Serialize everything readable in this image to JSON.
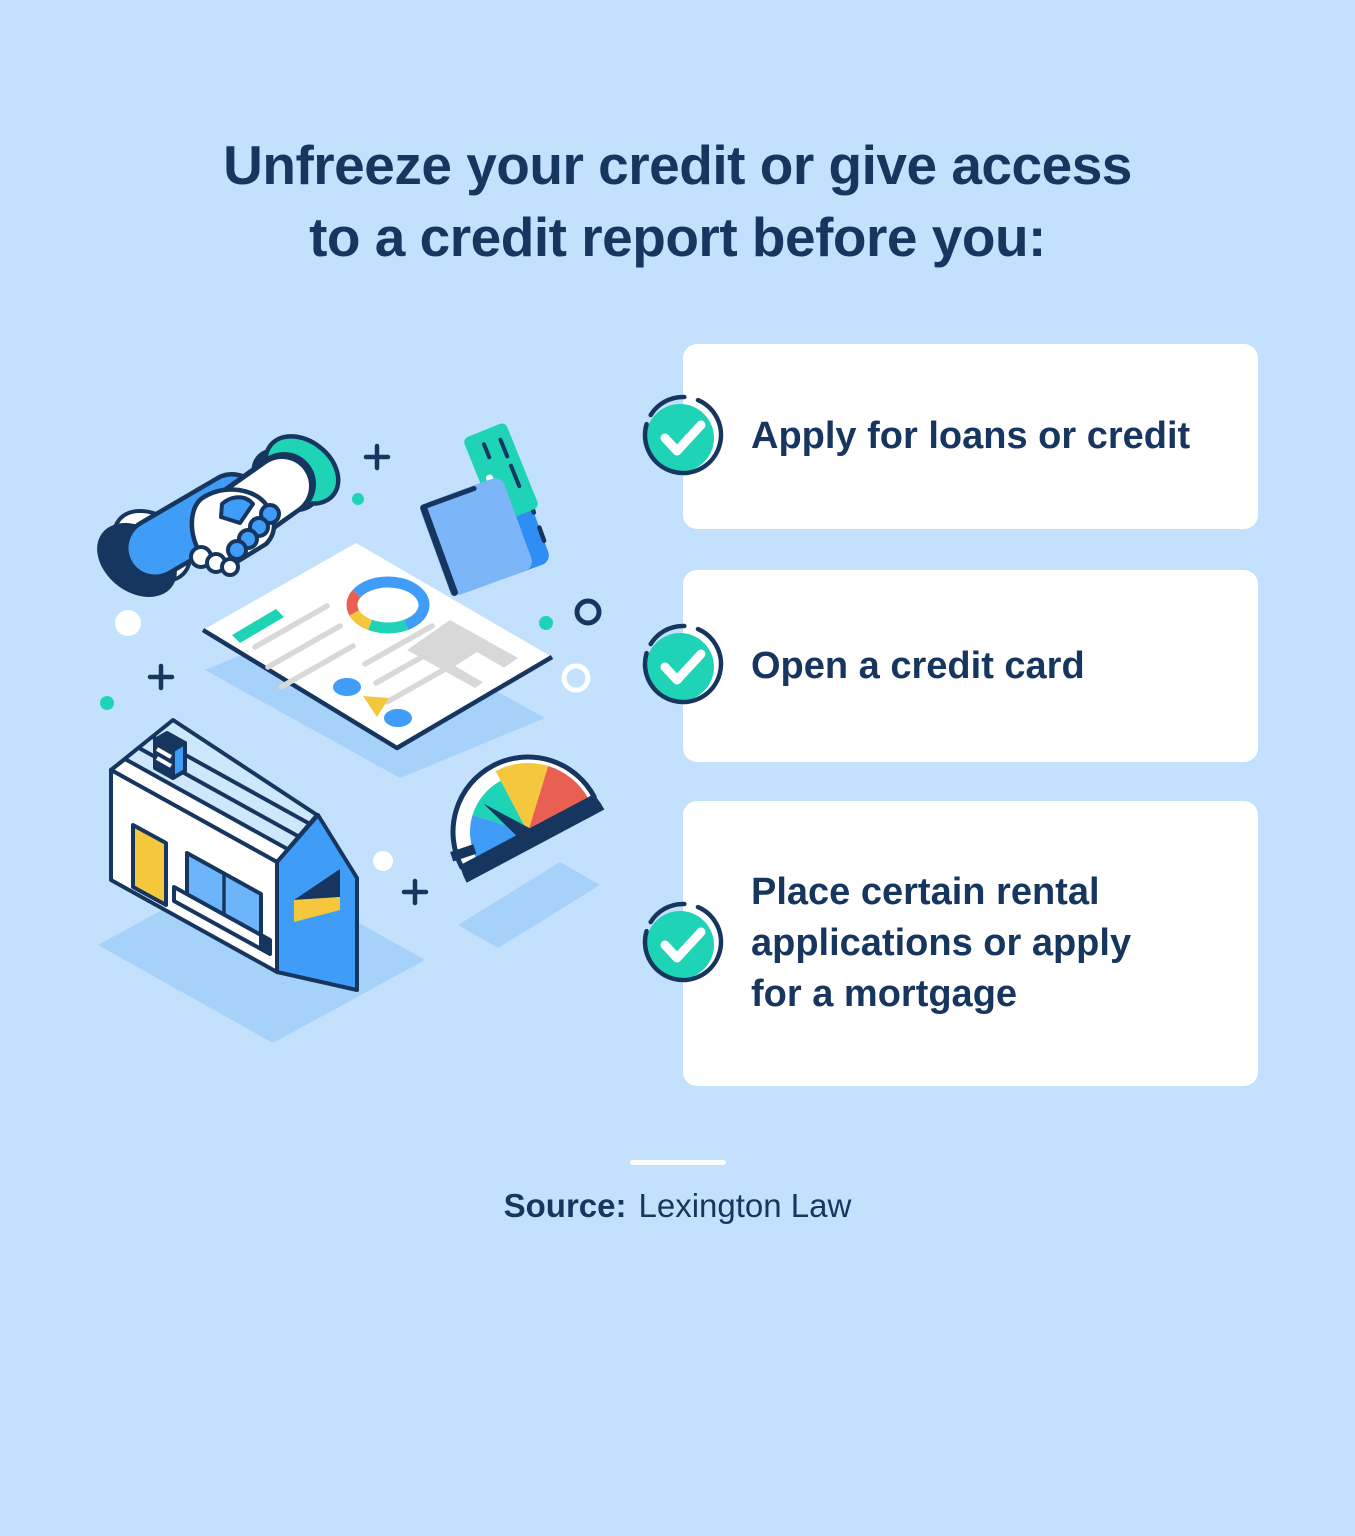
{
  "background_color": "#c3e1fc",
  "title": {
    "line1": "Unfreeze your credit or give access",
    "line2": "to a credit report before you:"
  },
  "checklist": {
    "items": [
      {
        "label": "Apply for loans or credit",
        "icon": "check-icon"
      },
      {
        "label": "Open a credit card",
        "icon": "check-icon"
      },
      {
        "label": "Place certain rental applications or apply for a mortgage",
        "icon": "check-icon"
      }
    ]
  },
  "source": {
    "label": "Source:",
    "value": "Lexington Law"
  },
  "colors": {
    "background": "#c3e1fc",
    "navy_text": "#17365f",
    "card_white": "#ffffff",
    "check_teal": "#1fd4b6",
    "bright_blue": "#3f9df8",
    "light_blue_shadow": "#a6d1f9",
    "pale_blue_roof": "#cde7fd",
    "yellow": "#f5c73d",
    "red": "#e95f52",
    "gray": "#d8d8d8"
  },
  "illustration": {
    "icons": [
      "handshake-icon",
      "wallet-credit-card-icon",
      "credit-report-icon",
      "house-icon",
      "credit-score-gauge-icon"
    ]
  }
}
